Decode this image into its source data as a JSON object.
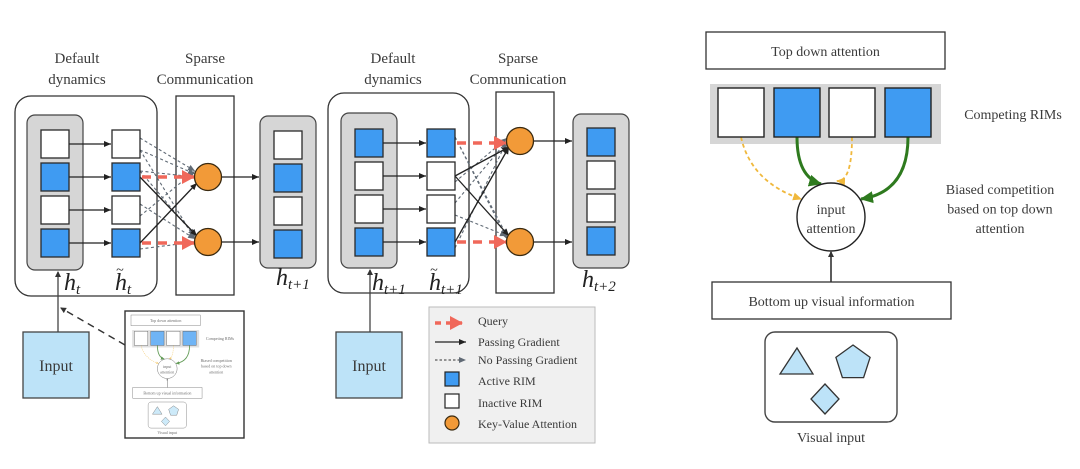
{
  "colors": {
    "active": "#3f9bf2",
    "inactive": "#ffffff",
    "gray_panel": "#d6d6d6",
    "attention_node": "#f29a38",
    "query": "#f0685a",
    "input_fill": "#bde3f8",
    "green_arrow": "#2e7a1e",
    "yellow_arrow": "#f0b83c",
    "legend_bg": "#f0f0f0",
    "stroke": "#333333"
  },
  "left_figure": {
    "steps": [
      {
        "section_title": [
          "Default",
          "dynamics"
        ],
        "comm_title": [
          "Sparse",
          "Communication"
        ],
        "state_label": {
          "base": "h",
          "sub": "t"
        },
        "tilde_label": {
          "base": "h",
          "sub": "t",
          "tilde": true
        },
        "next_label": {
          "base": "h",
          "sub": "t+1"
        },
        "rims_in": [
          false,
          true,
          false,
          true
        ],
        "rims_tilde": [
          false,
          true,
          false,
          true
        ],
        "rims_out": [
          false,
          true,
          false,
          true
        ],
        "query_rows": [
          1,
          3
        ],
        "attention_rows": [
          1,
          3
        ],
        "solid_links": [
          [
            1,
            3
          ],
          [
            3,
            1
          ]
        ],
        "dashed_links": [
          [
            0,
            1
          ],
          [
            0,
            3
          ],
          [
            1,
            1
          ],
          [
            2,
            1
          ],
          [
            2,
            3
          ],
          [
            3,
            3
          ],
          [
            1,
            3
          ],
          [
            0,
            1
          ]
        ]
      },
      {
        "section_title": [
          "Default",
          "dynamics"
        ],
        "comm_title": [
          "Sparse",
          "Communication"
        ],
        "state_label": {
          "base": "h",
          "sub": "t+1"
        },
        "tilde_label": {
          "base": "h",
          "sub": "t+1",
          "tilde": true
        },
        "next_label": {
          "base": "h",
          "sub": "t+2"
        },
        "rims_in": [
          true,
          false,
          false,
          true
        ],
        "rims_tilde": [
          true,
          false,
          false,
          true
        ],
        "rims_out": [
          true,
          false,
          false,
          true
        ],
        "query_rows": [
          0,
          3
        ],
        "attention_rows": [
          0,
          3
        ],
        "solid_links": [
          [
            1,
            0
          ],
          [
            1,
            3
          ],
          [
            3,
            0
          ]
        ],
        "dashed_links": [
          [
            0,
            3
          ],
          [
            1,
            0
          ],
          [
            2,
            0
          ],
          [
            2,
            3
          ],
          [
            0,
            3
          ],
          [
            3,
            0
          ]
        ]
      }
    ],
    "input_label": "Input",
    "legend": [
      {
        "icon": "query-arrow-icon",
        "label": "Query"
      },
      {
        "icon": "solid-arrow-icon",
        "label": "Passing Gradient"
      },
      {
        "icon": "dashed-arrow-icon",
        "label": "No Passing Gradient"
      },
      {
        "icon": "active-rim-icon",
        "label": "Active RIM"
      },
      {
        "icon": "inactive-rim-icon",
        "label": "Inactive RIM"
      },
      {
        "icon": "attention-node-icon",
        "label": "Key-Value Attention"
      }
    ]
  },
  "right_figure": {
    "top_down_label": "Top down attention",
    "competing_label": "Competing RIMs",
    "rims": [
      false,
      true,
      false,
      true
    ],
    "node_label": [
      "input",
      "attention"
    ],
    "biased_label": [
      "Biased competition",
      "based on top down",
      "attention"
    ],
    "bottom_up_label": "Bottom up visual information",
    "visual_input_label": "Visual input",
    "shapes": [
      "triangle",
      "pentagon",
      "diamond"
    ]
  },
  "inset": {
    "top_down_label": "Top down attention",
    "competing_label": "Competing RIMs",
    "node_label": [
      "input",
      "attention"
    ],
    "biased_label": [
      "Biased competition",
      "based on top down",
      "attention"
    ],
    "bottom_up_label": "Bottom up visual information",
    "visual_input_label": "Visual input"
  }
}
